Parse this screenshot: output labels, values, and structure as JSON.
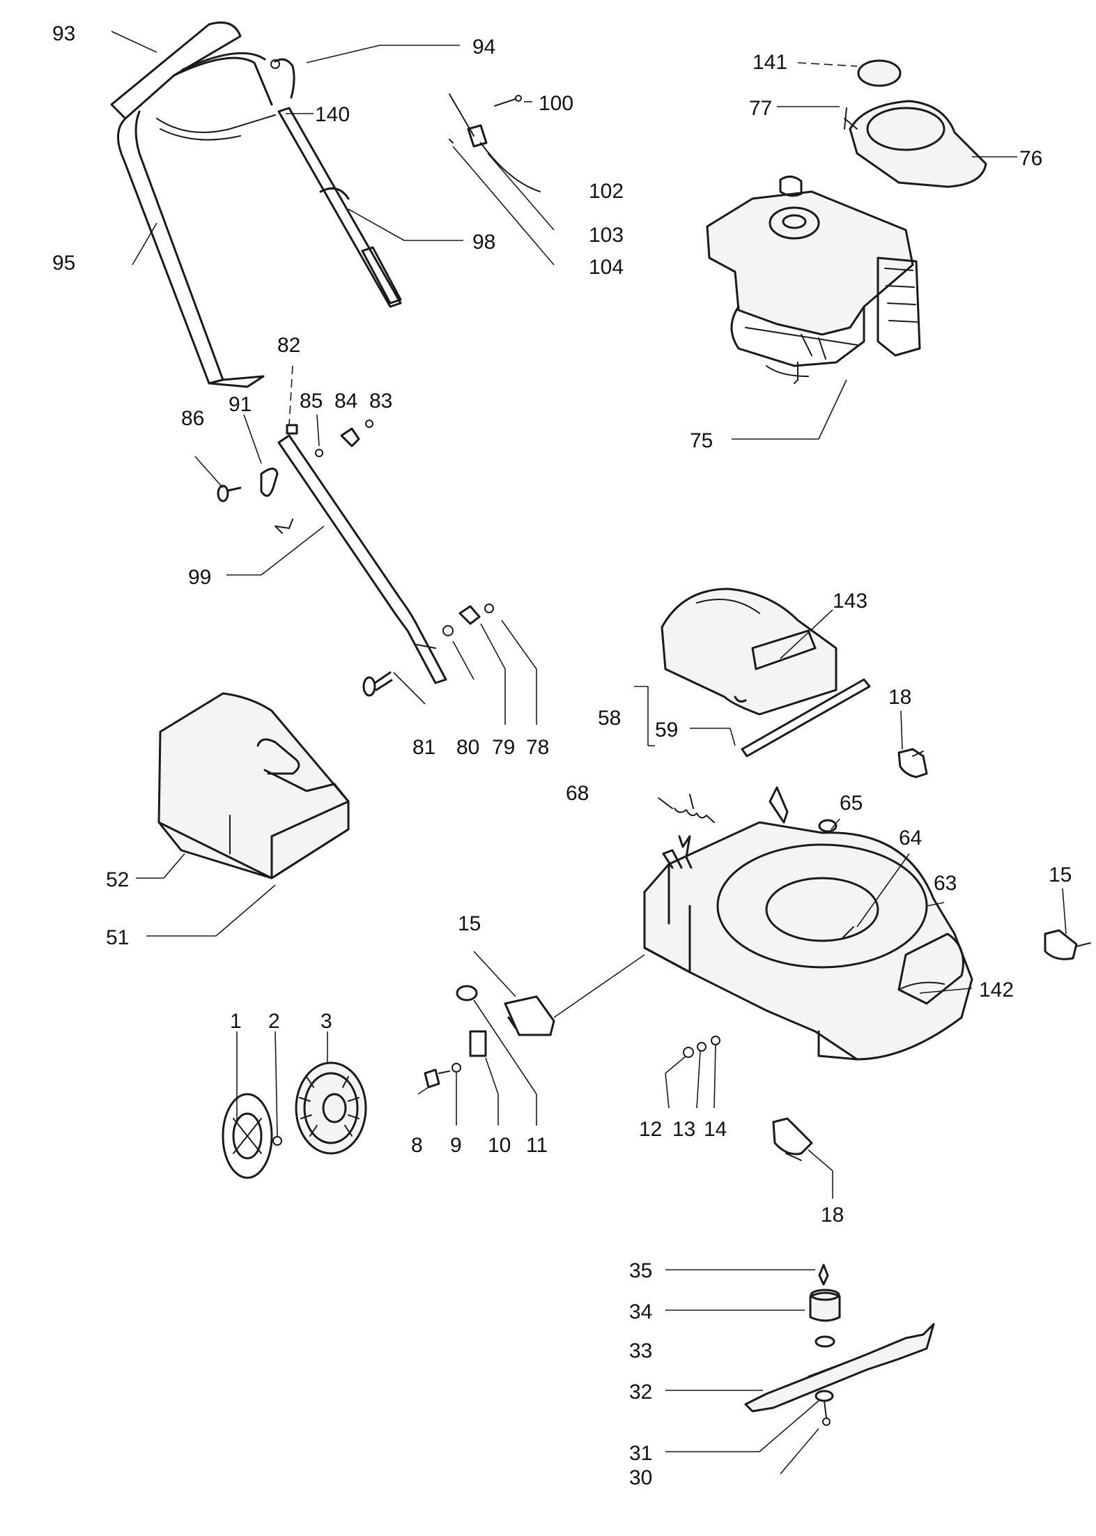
{
  "diagram": {
    "callouts": {
      "c1": "1",
      "c2": "2",
      "c3": "3",
      "c8": "8",
      "c9": "9",
      "c10": "10",
      "c11": "11",
      "c12": "12",
      "c13": "13",
      "c14": "14",
      "c15a": "15",
      "c15b": "15",
      "c18a": "18",
      "c18b": "18",
      "c30": "30",
      "c31": "31",
      "c32": "32",
      "c33": "33",
      "c34": "34",
      "c35": "35",
      "c51": "51",
      "c52": "52",
      "c58": "58",
      "c59": "59",
      "c63": "63",
      "c64": "64",
      "c65": "65",
      "c68": "68",
      "c75": "75",
      "c76": "76",
      "c77": "77",
      "c78": "78",
      "c79": "79",
      "c80": "80",
      "c81": "81",
      "c82": "82",
      "c83": "83",
      "c84": "84",
      "c85": "85",
      "c86": "86",
      "c91": "91",
      "c93": "93",
      "c94": "94",
      "c95": "95",
      "c98": "98",
      "c99": "99",
      "c100": "100",
      "c102": "102",
      "c103": "103",
      "c104": "104",
      "c140": "140",
      "c141": "141",
      "c142": "142",
      "c143": "143"
    },
    "colors": {
      "line": "#1a1a1a",
      "text": "#111111",
      "background": "#ffffff"
    }
  }
}
